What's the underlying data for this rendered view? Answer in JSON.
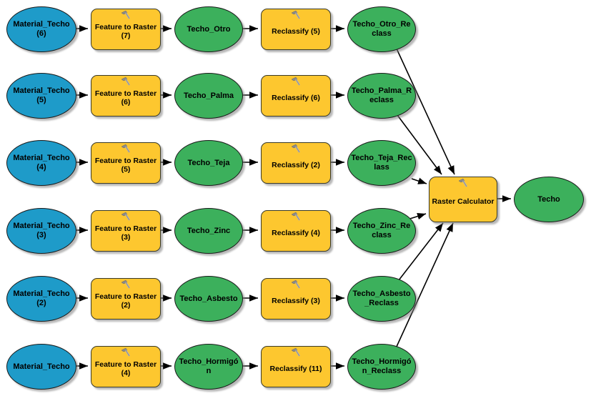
{
  "colors": {
    "input_fill": "#1E9BC9",
    "tool_fill": "#FDC72F",
    "data_fill": "#3CB05C",
    "connector": "#000000"
  },
  "rows": [
    {
      "input": "Material_Techo (6)",
      "tool1": "Feature to Raster (7)",
      "data": "Techo_Otro",
      "tool2": "Reclassify (5)",
      "output": "Techo_Otro_Reclass"
    },
    {
      "input": "Material_Techo (5)",
      "tool1": "Feature to Raster (6)",
      "data": "Techo_Palma",
      "tool2": "Reclassify (6)",
      "output": "Techo_Palma_Reclass"
    },
    {
      "input": "Material_Techo (4)",
      "tool1": "Feature to Raster (5)",
      "data": "Techo_Teja",
      "tool2": "Reclassify (2)",
      "output": "Techo_Teja_Reclass"
    },
    {
      "input": "Material_Techo (3)",
      "tool1": "Feature to Raster (3)",
      "data": "Techo_Zinc",
      "tool2": "Reclassify (4)",
      "output": "Techo_Zinc_Reclass"
    },
    {
      "input": "Material_Techo (2)",
      "tool1": "Feature to Raster (2)",
      "data": "Techo_Asbesto",
      "tool2": "Reclassify (3)",
      "output": "Techo_Asbesto_Reclass"
    },
    {
      "input": "Material_Techo",
      "tool1": "Feature to Raster (4)",
      "data": "Techo_Hormigón",
      "tool2": "Reclassify (11)",
      "output": "Techo_Hormigón_Reclass"
    }
  ],
  "final": {
    "tool": "Raster Calculator",
    "output": "Techo"
  }
}
